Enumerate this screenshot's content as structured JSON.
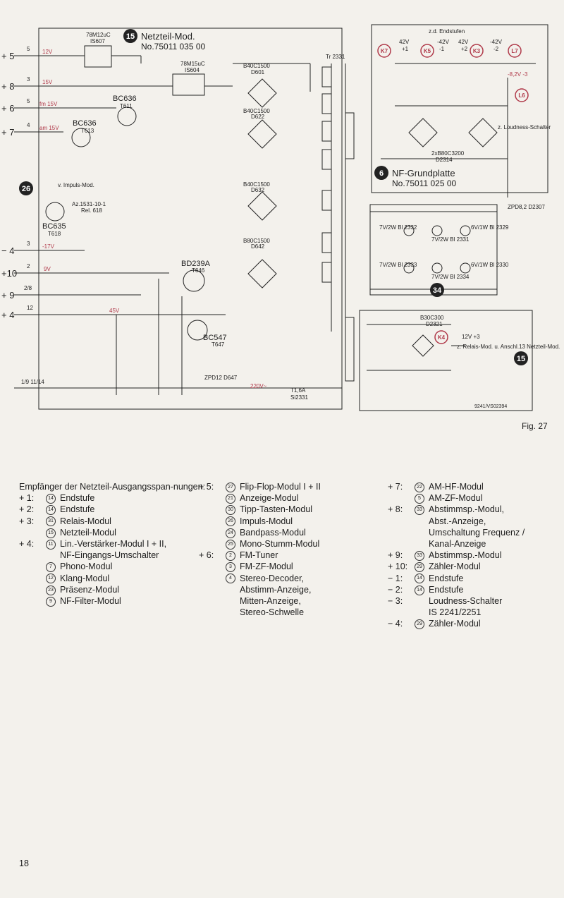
{
  "power_module": {
    "title_line1": "Netzteil-Mod.",
    "title_line2": "No.75011 035 00",
    "badge": "15"
  },
  "nf_module": {
    "title_line1": "NF-Grundplatte",
    "title_line2": "No.75011 025 00",
    "badge": "6"
  },
  "badge_26": "26",
  "badge_34": "34",
  "endstufen_label": "z.d. Endstufen",
  "regulators": [
    {
      "name": "78M12uC",
      "ref": "IS607"
    },
    {
      "name": "78M15uC",
      "ref": "IS604"
    }
  ],
  "transistors": [
    {
      "name": "BC636",
      "ref": "T611"
    },
    {
      "name": "BC636",
      "ref": "T613"
    },
    {
      "name": "BC635",
      "ref": "T618"
    },
    {
      "name": "BD239A",
      "ref": "T646"
    },
    {
      "name": "BC547",
      "ref": "T647"
    }
  ],
  "rectifiers": [
    {
      "name": "B40C1500",
      "ref": "D601"
    },
    {
      "name": "B40C1500",
      "ref": "D622"
    },
    {
      "name": "B40C1500",
      "ref": "D632"
    },
    {
      "name": "B80C1500",
      "ref": "D642"
    },
    {
      "name": "2xB80C3200",
      "ref": "D2314"
    },
    {
      "name": "B30C300",
      "ref": "D2321"
    }
  ],
  "rails_left": [
    {
      "pin": "5",
      "sign": "+",
      "num": "5",
      "volt": "12V"
    },
    {
      "pin": "3",
      "sign": "+",
      "num": "8",
      "volt": "15V"
    },
    {
      "pin": "5",
      "sign": "+",
      "num": "6",
      "volt": "fm 15V"
    },
    {
      "pin": "4",
      "sign": "+",
      "num": "7",
      "volt": "am 15V"
    },
    {
      "pin": "3",
      "sign": "−",
      "num": "4",
      "volt": "-17V"
    },
    {
      "pin": "2",
      "sign": "+",
      "num": "10",
      "volt": "9V"
    },
    {
      "pin": "2/8",
      "sign": "+",
      "num": "9",
      "volt": ""
    },
    {
      "pin": "12",
      "sign": "+",
      "num": "4",
      "volt": "45V"
    }
  ],
  "top_outputs": [
    {
      "volt": "42V",
      "pol": "+1",
      "tag": "K7"
    },
    {
      "volt": "-42V",
      "pol": "-1",
      "tag": "K5"
    },
    {
      "volt": "42V",
      "pol": "+2",
      "tag": "K3"
    },
    {
      "volt": "-42V",
      "pol": "-2",
      "tag": "L7"
    }
  ],
  "misc": {
    "tr": "Tr 2331",
    "loudness": "z. Loudness-Schalter",
    "relais": "z. Relais-Mod. u. Anschl.13 Netzteil-Mod.",
    "mains": "220V~",
    "fuse": "T1,6A",
    "fuse_ref": "Si2331",
    "rel": "Az.1531-10-1",
    "rel_ref": "Rel. 618",
    "impuls": "v. Impuls-Mod.",
    "docnum": "9241/VS02394",
    "pin_bottom": "1/9 11/14",
    "zpd": "ZPD8,2 D2307",
    "zpd12": "ZPD12 D647",
    "v82": "-8,2V -3",
    "tag_k4": "K4",
    "tag_l6": "L6",
    "out12": "12V +3",
    "lamps": [
      "7V/2W Bl 2332",
      "7V/2W Bl 2331",
      "6V/1W Bl 2329",
      "7V/2W Bl 2333",
      "7V/2W Bl 2334",
      "6V/1W Bl 2330"
    ]
  },
  "figure_label": "Fig. 27",
  "intro_text": "Empfänger der Netzteil-Ausgangsspan-nungen:",
  "legend_col1": [
    {
      "key": "+ 1:",
      "num": "14",
      "text": "Endstufe"
    },
    {
      "key": "+ 2:",
      "num": "14",
      "text": "Endstufe"
    },
    {
      "key": "+ 3:",
      "num": "31",
      "text": "Relais-Modul"
    },
    {
      "key": "",
      "num": "15",
      "text": "Netzteil-Modul"
    },
    {
      "key": "+ 4:",
      "num": "11",
      "text": "Lin.-Verstärker-Modul I + II,"
    },
    {
      "key": "",
      "num": "",
      "text": "NF-Eingangs-Umschalter"
    },
    {
      "key": "",
      "num": "7",
      "text": "Phono-Modul"
    },
    {
      "key": "",
      "num": "12",
      "text": "Klang-Modul"
    },
    {
      "key": "",
      "num": "23",
      "text": "Präsenz-Modul"
    },
    {
      "key": "",
      "num": "9",
      "text": "NF-Filter-Modul"
    }
  ],
  "legend_col2": [
    {
      "key": "+ 5:",
      "num": "27",
      "text": "Flip-Flop-Modul I + II"
    },
    {
      "key": "",
      "num": "21",
      "text": "Anzeige-Modul"
    },
    {
      "key": "",
      "num": "30",
      "text": "Tipp-Tasten-Modul"
    },
    {
      "key": "",
      "num": "26",
      "text": "Impuls-Modul"
    },
    {
      "key": "",
      "num": "24",
      "text": "Bandpass-Modul"
    },
    {
      "key": "",
      "num": "25",
      "text": "Mono-Stumm-Modul"
    },
    {
      "key": "+ 6:",
      "num": "2",
      "text": "FM-Tuner"
    },
    {
      "key": "",
      "num": "3",
      "text": "FM-ZF-Modul"
    },
    {
      "key": "",
      "num": "4",
      "text": "Stereo-Decoder,"
    },
    {
      "key": "",
      "num": "",
      "text": "Abstimm-Anzeige,"
    },
    {
      "key": "",
      "num": "",
      "text": "Mitten-Anzeige,"
    },
    {
      "key": "",
      "num": "",
      "text": "Stereo-Schwelle"
    }
  ],
  "legend_col3": [
    {
      "key": "+ 7:",
      "num": "22",
      "text": "AM-HF-Modul"
    },
    {
      "key": "",
      "num": "5",
      "text": "AM-ZF-Modul"
    },
    {
      "key": "+ 8:",
      "num": "33",
      "text": "Abstimmsp.-Modul,"
    },
    {
      "key": "",
      "num": "",
      "text": "Abst.-Anzeige,"
    },
    {
      "key": "",
      "num": "",
      "text": "Umschaltung Frequenz /"
    },
    {
      "key": "",
      "num": "",
      "text": "Kanal-Anzeige"
    },
    {
      "key": "+ 9:",
      "num": "33",
      "text": "Abstimmsp.-Modul"
    },
    {
      "key": "+ 10:",
      "num": "29",
      "text": "Zähler-Modul"
    },
    {
      "key": "− 1:",
      "num": "14",
      "text": "Endstufe"
    },
    {
      "key": "− 2:",
      "num": "14",
      "text": "Endstufe"
    },
    {
      "key": "− 3:",
      "num": "",
      "text": "Loudness-Schalter"
    },
    {
      "key": "",
      "num": "",
      "text": "IS 2241/2251"
    },
    {
      "key": "− 4:",
      "num": "29",
      "text": "Zähler-Modul"
    }
  ],
  "page_number": "18",
  "colors": {
    "ink": "#1d1d1d",
    "accent_red": "#b03a4a",
    "paper": "#f3f1ec"
  }
}
